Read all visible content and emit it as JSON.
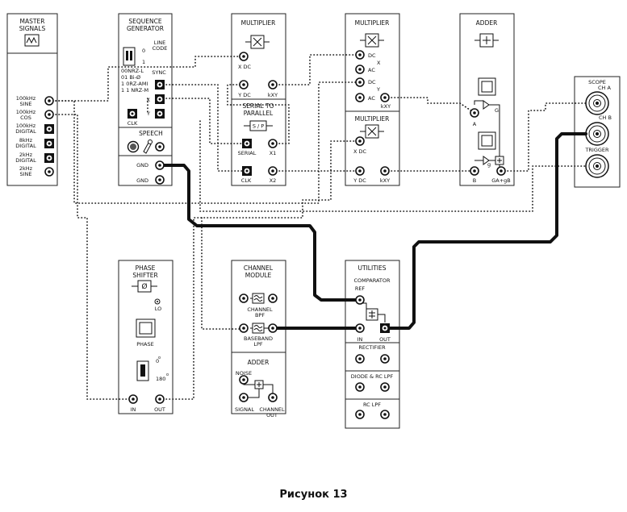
{
  "caption": "Рисунок 13",
  "modules": {
    "master_signals": {
      "title_line1": "MASTER",
      "title_line2": "SIGNALS",
      "outputs": [
        [
          "100kHz",
          "SINE"
        ],
        [
          "100kHz",
          "COS"
        ],
        [
          "100kHz",
          "DIGITAL"
        ],
        [
          "8kHz",
          "DIGITAL"
        ],
        [
          "2kHz",
          "DIGITAL"
        ],
        [
          "2kHz",
          "SINE"
        ]
      ]
    },
    "sequence_generator": {
      "title_line1": "SEQUENCE",
      "title_line2": "GENERATOR",
      "line_code_1": "LINE",
      "line_code_2": "CODE",
      "switch_0": "0",
      "switch_1": "1",
      "code_lines": [
        "00NRZ-L",
        "01 Bi-Ø",
        "1 0RZ-AMI",
        "1 1 NRZ-M"
      ],
      "sync": "SYNC",
      "x": "X",
      "y": "Y",
      "clk": "CLK",
      "speech": "SPEECH",
      "gnd1": "GND",
      "gnd2": "GND"
    },
    "multiplier1": {
      "title": "MULTIPLIER",
      "xdc": "X DC",
      "ydc": "Y DC",
      "kxy": "kXY"
    },
    "serial_to_parallel": {
      "title_line1": "SERIAL TO",
      "title_line2": "PARALLEL",
      "symbol": "S / P",
      "serial": "SERIAL",
      "x1": "X1",
      "clk": "CLK",
      "x2": "X2"
    },
    "multiplier2": {
      "title": "MULTIPLIER",
      "dc1": "DC",
      "ac1": "AC",
      "x": "X",
      "dc2": "DC",
      "y": "Y",
      "ac2": "AC",
      "kxy": "kXY"
    },
    "multiplier3": {
      "title": "MULTIPLIER",
      "xdc": "X DC",
      "ydc": "Y DC",
      "kxy": "kXY"
    },
    "adder_top": {
      "title": "ADDER",
      "g": "G",
      "a": "A",
      "g2": "g",
      "b": "B",
      "out": "GA+gB"
    },
    "scope": {
      "scope": "SCOPE",
      "cha": "CH A",
      "chb": "CH B",
      "trigger": "TRIGGER"
    },
    "phase_shifter": {
      "title_line1": "PHASE",
      "title_line2": "SHIFTER",
      "lo": "LO",
      "phase": "PHASE",
      "deg0": "0",
      "deg180": "180",
      "in": "IN",
      "out": "OUT"
    },
    "channel_module": {
      "title_line1": "CHANNEL",
      "title_line2": "MODULE",
      "channel_bpf_1": "CHANNEL",
      "channel_bpf_2": "BPF",
      "baseband_lpf_1": "BASEBAND",
      "baseband_lpf_2": "LPF",
      "adder": "ADDER",
      "noise": "NOISE",
      "signal": "SIGNAL",
      "channel_out_1": "CHANNEL",
      "channel_out_2": "OUT"
    },
    "utilities": {
      "title": "UTILITIES",
      "comparator": "COMPARATOR",
      "ref": "REF",
      "in": "IN",
      "out": "OUT",
      "rectifier": "RECTIFIER",
      "diode_rc_lpf": "DIODE & RC LPF",
      "rc_lpf": "RC LPF"
    }
  }
}
